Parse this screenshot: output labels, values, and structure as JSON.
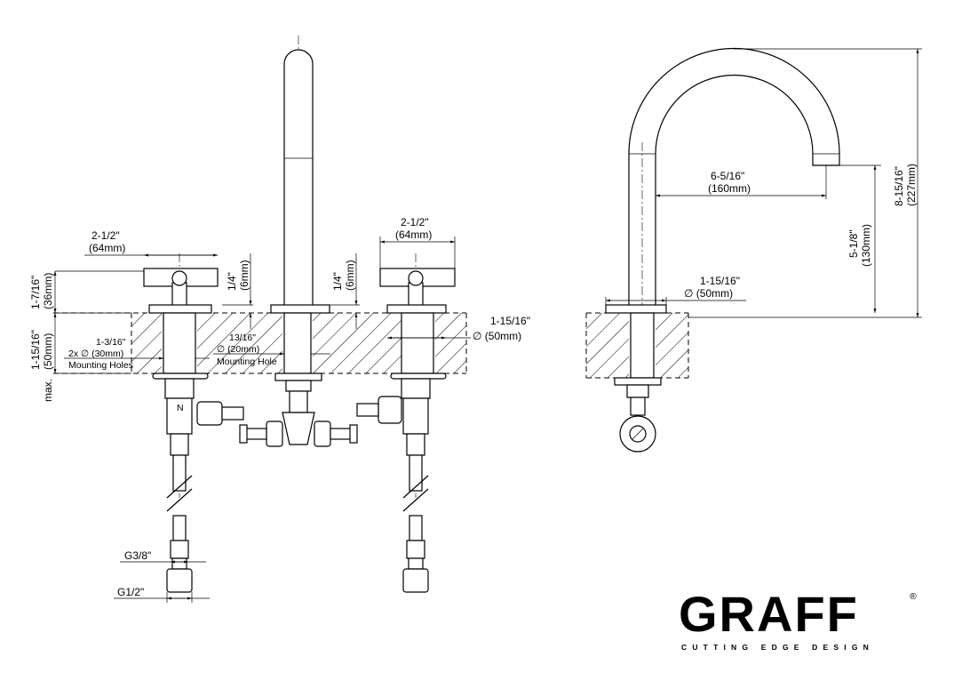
{
  "front_view": {
    "left_handle_width": {
      "imperial": "2-1/2\"",
      "metric": "(64mm)"
    },
    "right_handle_width": {
      "imperial": "2-1/2\"",
      "metric": "(64mm)"
    },
    "handle_height": {
      "imperial": "1-7/16\"",
      "metric": "(36mm)"
    },
    "deck_thickness": {
      "prefix": "max.",
      "imperial": "1-15/16\"",
      "metric": "(50mm)"
    },
    "plate_thickness_left": {
      "imperial": "1/4\"",
      "metric": "(6mm)"
    },
    "plate_thickness_right": {
      "imperial": "1/4\"",
      "metric": "(6mm)"
    },
    "handle_holes": {
      "imperial": "1-3/16\"",
      "metric": "2x ∅ (30mm)",
      "label": "Mounting Holes"
    },
    "spout_hole": {
      "imperial": "13/16\"",
      "metric": "∅ (20mm)",
      "label": "Mounting Hole"
    },
    "escutcheon_dia": {
      "imperial": "1-15/16\"",
      "metric": "∅ (50mm)"
    },
    "valve_mark": "N",
    "thread_upper": "G3/8\"",
    "thread_lower": "G1/2\""
  },
  "side_view": {
    "reach": {
      "imperial": "6-5/16\"",
      "metric": "(160mm)"
    },
    "spout_clearance": {
      "imperial": "5-1/8\"",
      "metric": "(130mm)"
    },
    "total_height": {
      "imperial": "8-15/16\"",
      "metric": "(227mm)"
    },
    "base_dia": {
      "imperial": "1-15/16\"",
      "metric": "∅ (50mm)"
    }
  },
  "brand": {
    "name": "GRAFF",
    "registered": "®",
    "tagline": "CUTTING EDGE DESIGN"
  }
}
